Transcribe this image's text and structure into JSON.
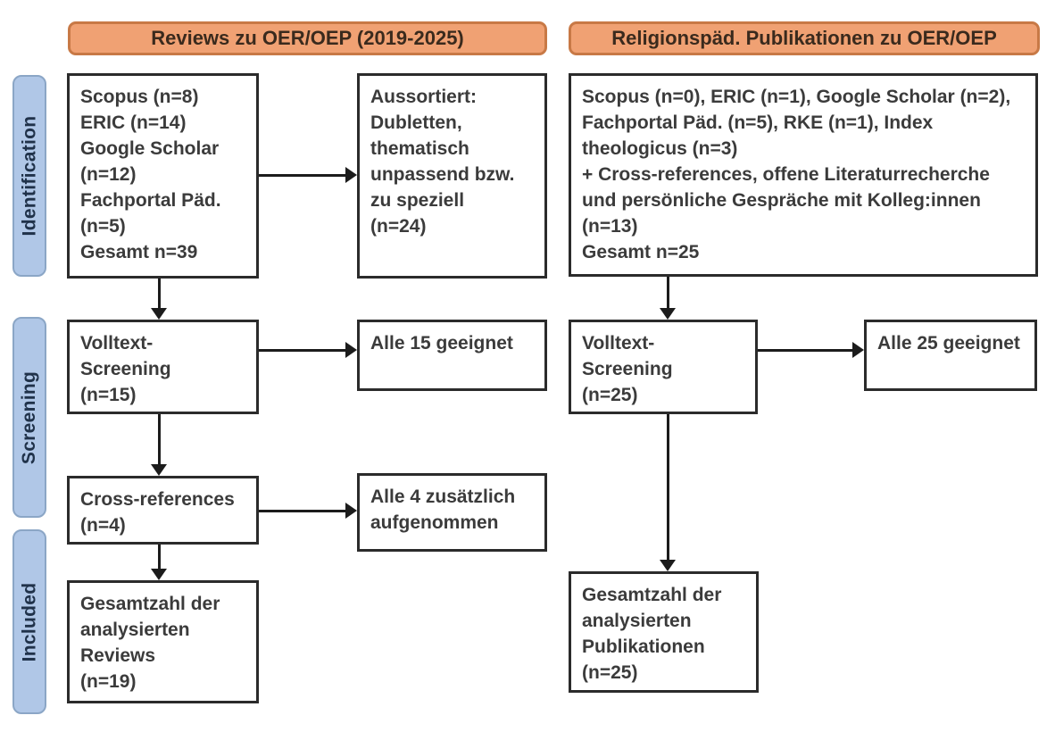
{
  "headers": {
    "left": "Reviews zu OER/OEP (2019-2025)",
    "right": "Religionspäd. Publikationen zu OER/OEP"
  },
  "stages": {
    "identification": "Identification",
    "screening": "Screening",
    "included": "Included"
  },
  "left_column": {
    "sources": "Scopus (n=8)\nERIC (n=14)\nGoogle Scholar\n(n=12)\nFachportal Päd.\n(n=5)\nGesamt n=39",
    "excluded": "Aussortiert:\nDubletten,\nthematisch\nunpassend bzw.\nzu speziell\n(n=24)",
    "fulltext_screening": "Volltext-\nScreening\n(n=15)",
    "fulltext_result": "Alle 15 geeignet",
    "cross_references": "Cross-references\n(n=4)",
    "cross_references_result": "Alle 4 zusätzlich\naufgenommen",
    "included_total": "Gesamtzahl der\nanalysierten\nReviews\n(n=19)"
  },
  "right_column": {
    "sources": "Scopus (n=0), ERIC (n=1), Google Scholar (n=2),\nFachportal Päd. (n=5), RKE (n=1), Index\ntheologicus (n=3)\n+ Cross-references, offene Literaturrecherche\nund persönliche Gespräche mit Kolleg:innen\n(n=13)\nGesamt n=25",
    "fulltext_screening": "Volltext-\nScreening\n(n=25)",
    "fulltext_result": "Alle 25 geeignet",
    "included_total": "Gesamtzahl der\nanalysierten\nPublikationen\n(n=25)"
  },
  "colors": {
    "header_fill": "#f0a173",
    "header_border": "#c87946",
    "stage_fill": "#b0c7e7",
    "stage_border": "#8ba6c6",
    "box_border": "#2b2b2b",
    "arrow": "#1c1c1c",
    "text": "#3b3b3b"
  }
}
